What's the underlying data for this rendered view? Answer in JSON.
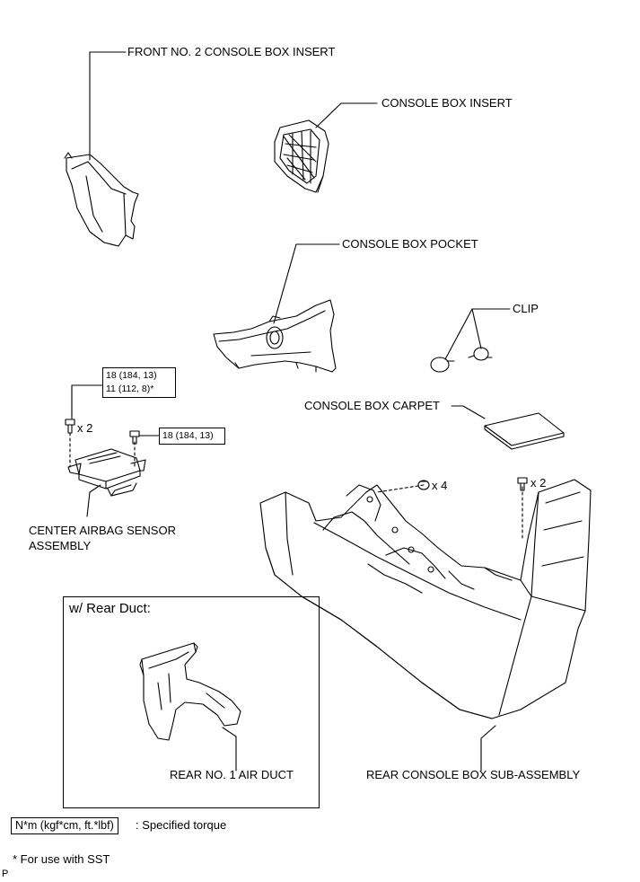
{
  "labels": {
    "front_no2_insert": "FRONT NO. 2 CONSOLE BOX INSERT",
    "console_box_insert": "CONSOLE BOX INSERT",
    "console_box_pocket": "CONSOLE BOX POCKET",
    "clip": "CLIP",
    "console_box_carpet": "CONSOLE BOX CARPET",
    "center_airbag_line1": "CENTER AIRBAG SENSOR",
    "center_airbag_line2": "ASSEMBLY",
    "rear_no1_air_duct": "REAR NO. 1 AIR DUCT",
    "rear_console_box": "REAR CONSOLE BOX SUB-ASSEMBLY"
  },
  "quantities": {
    "bolt_left": "x 2",
    "clip_center": "x 4",
    "bolt_right": "x 2"
  },
  "torque": {
    "box1_line1": "18 (184, 13)",
    "box1_line2": "11 (112, 8)*",
    "box2": "18 (184, 13)"
  },
  "inset": {
    "title": "w/ Rear Duct:"
  },
  "legend": {
    "unit_box": "N*m (kgf*cm, ft.*lbf)",
    "unit_desc": ": Specified torque",
    "footnote": "* For use with SST",
    "page_mark": "P"
  }
}
